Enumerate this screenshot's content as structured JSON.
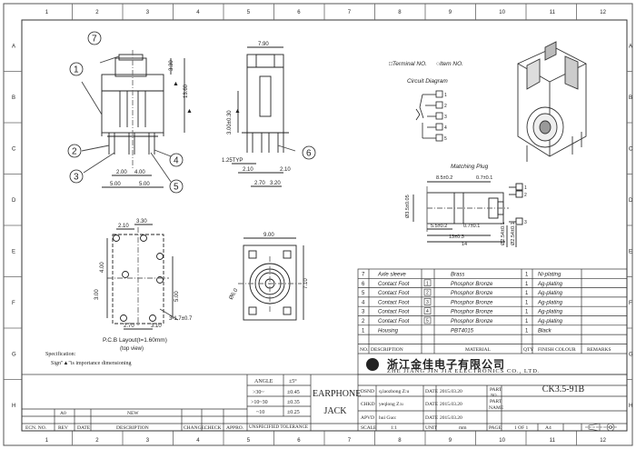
{
  "grid_cols": [
    "1",
    "2",
    "3",
    "4",
    "5",
    "6",
    "7",
    "8",
    "9",
    "10",
    "11",
    "12"
  ],
  "grid_rows": [
    "A",
    "B",
    "C",
    "D",
    "E",
    "F",
    "G",
    "H"
  ],
  "callouts": [
    "1",
    "2",
    "3",
    "4",
    "5",
    "6",
    "7"
  ],
  "dims_front": {
    "w1": "2.00",
    "w2": "4.00",
    "w3": "5.00",
    "w4": "5.00",
    "h_top": "3.30",
    "h_total": "13.60"
  },
  "dims_side": {
    "top": "7.90",
    "mid": "3.00±0.30",
    "typ": "1.25TYP",
    "b1": "2.70",
    "b2": "3.20",
    "b3": "2.10",
    "b4": "2.10"
  },
  "dims_pcb": {
    "d1": "2.10",
    "d2": "3.30",
    "d3": "4.00",
    "d4": "3.00",
    "d5": "5.00",
    "d6": "2.70",
    "d7": "3.10",
    "hole": "3-1.7±0.7",
    "title": "P.C.B Layout(t=1.60mm)",
    "subtitle": "(top view)"
  },
  "dims_bottom": {
    "w": "9.00",
    "h": "7.10",
    "dia": "Ø6.0"
  },
  "legend": {
    "terminal": "□Terminal NO.",
    "item": "○Item NO.",
    "circuit": "Circuit Diagram",
    "plug": "Matching Plug"
  },
  "plug_dims": {
    "a": "8.5±0.2",
    "b": "0.7±0.1",
    "c": "Ø3.5±0.05",
    "d": "5.5±0.2",
    "e": "0.7±0.1",
    "f": "13±0.3",
    "g": "14",
    "h": "Ø2.54±0.1",
    "i": "Ø2.54±0.1"
  },
  "spec": {
    "heading": "Specification:",
    "note": "Sign\"▲\"is importance dimensioning"
  },
  "parts": [
    {
      "no": "7",
      "desc": "Axle sleeve",
      "term": "",
      "mat": "Brass",
      "qty": "1",
      "finish": "Ni-plating"
    },
    {
      "no": "6",
      "desc": "Contact Foot",
      "term": "1",
      "mat": "Phosphor Bronze",
      "qty": "1",
      "finish": "Ag-plating"
    },
    {
      "no": "5",
      "desc": "Contact Foot",
      "term": "2",
      "mat": "Phosphor Bronze",
      "qty": "1",
      "finish": "Ag-plating"
    },
    {
      "no": "4",
      "desc": "Contact Foot",
      "term": "3",
      "mat": "Phosphor Bronze",
      "qty": "1",
      "finish": "Ag-plating"
    },
    {
      "no": "3",
      "desc": "Contact Foot",
      "term": "4",
      "mat": "Phosphor Bronze",
      "qty": "1",
      "finish": "Ag-plating"
    },
    {
      "no": "2",
      "desc": "Contact Foot",
      "term": "5",
      "mat": "Phosphor Bronze",
      "qty": "1",
      "finish": "Ag-plating"
    },
    {
      "no": "1",
      "desc": "Housing",
      "term": "",
      "mat": "PBT4015",
      "qty": "1",
      "finish": "Black"
    }
  ],
  "parts_header": {
    "no": "NO.",
    "desc": "DESCRIPTION",
    "mat": "MATERIAL",
    "qty": "QTY",
    "finish": "FINISH COLOUR",
    "remarks": "REMARKS"
  },
  "company": {
    "cn": "浙江金佳电子有限公司",
    "en": "ZHE JIANG JIN JIA ELECTRONICS CO., LTD."
  },
  "tolerance": {
    "angle": "ANGLE",
    "angle_v": "±5°",
    "r1": ">30~",
    "r1v": "±0.45",
    "r2": ">10~30",
    "r2v": "±0.35",
    "r3": "~10",
    "r3v": "±0.25",
    "label": "UNSPECIFIED TOLERANCE"
  },
  "product": {
    "name1": "EARPHONE",
    "name2": "JACK",
    "part_no": "CK3.5-91B"
  },
  "approvals": {
    "dsnd": "DSND",
    "dsnd_name": "q.laozhong Z:u",
    "chkd": "CHKD",
    "chkd_name": "yeqlong Z:u",
    "apvd": "APVD",
    "apvd_name": "hui Guo:",
    "date_label": "DATE",
    "d1": "2015.03.20",
    "d2": "2015.03.20",
    "d3": "2015.03.20",
    "part_label": "PART",
    "part_label2": "NO.",
    "name_label": "NAME",
    "no_label": "NO."
  },
  "footer": {
    "ecn": "ECN. NO.",
    "rev": "REV",
    "date": "DATE",
    "desc": "DESCRIPTION",
    "change": "CHANGE.",
    "check": "CHECK",
    "appro": "APPRO.",
    "rev_val": "A0",
    "new": "NEW",
    "scale": "SCALE",
    "scale_v": "1:1",
    "unit": "UNIT",
    "unit_v": "mm",
    "page": "PAGE",
    "page_v": "1 OF 1",
    "size": "A4"
  }
}
